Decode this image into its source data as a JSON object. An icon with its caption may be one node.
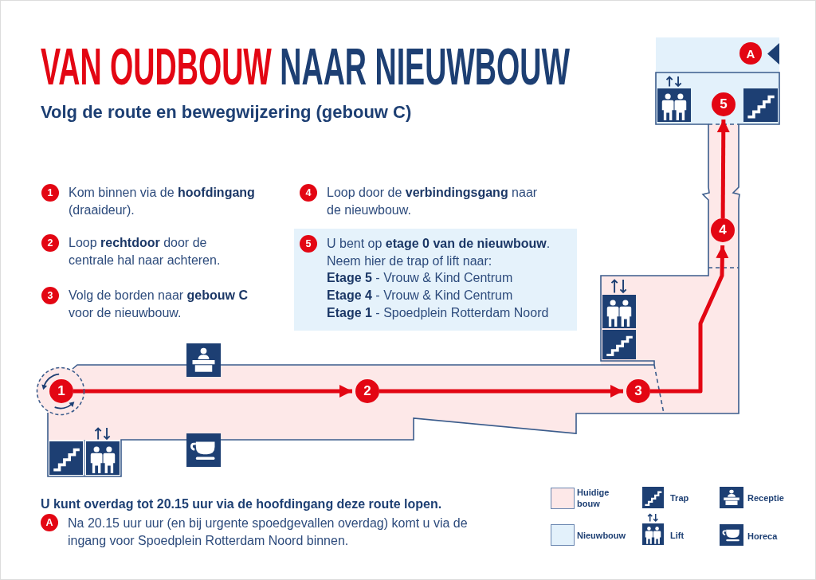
{
  "diagram": {
    "title": "**VAN OUDBOUW** NAAR NIEUWBOUW",
    "nodes": [
      {
        "text": [
          "1"
        ],
        "beside": [
          "Kom binnen via de **hoofdingang** (draaideur)."
        ]
      },
      {
        "text": [
          "2"
        ],
        "beside": [
          "Loop **rechtdoor** door de centrale hal naar achteren."
        ]
      },
      {
        "text": [
          "3"
        ],
        "beside": [
          "Volg de borden naar **gebouw C** voor de nieuwbouw."
        ]
      },
      {
        "text": [
          "4"
        ],
        "beside": [
          "Loop door de **verbindingsgang** naar de nieuwbouw."
        ]
      },
      {
        "text": [
          "U bent op **etage 0 van de nieuwbouw**.",
          "Neem hier de trap of lift naar:",
          "**Etage 5** - Vrouw & Kind Centrum",
          "**Etage 4** - Vrouw & Kind Centrum",
          "**Etage 1** - Spoedplein Rotterdam Noord"
        ]
      },
      {
        "text": [
          "5"
        ],
        "in": 4
      },
      {
        "text": [
          "1"
        ]
      },
      {
        "text": [
          "2"
        ]
      },
      {
        "text": [
          "3"
        ]
      },
      {
        "text": [
          "4"
        ]
      },
      {
        "text": [
          "5"
        ]
      },
      {
        "text": [
          "A"
        ]
      },
      {
        "text": [
          "A"
        ],
        "beside": [
          "Na 20.15 uur uur (en bij urgente spoedgevallen overdag) komt u via de ingang voor Spoedplein Rotterdam Noord binnen."
        ]
      }
    ],
    "edges": [
      {
        "from": 6,
        "to": 7,
        "arrow": "to"
      },
      {
        "from": 7,
        "to": 8,
        "arrow": "to"
      },
      {
        "from": 8,
        "to": 9,
        "arrow": "to"
      },
      {
        "from": 9,
        "to": 10,
        "arrow": "to"
      }
    ],
    "labels": [
      "Volg de route en bewegwijzering (gebouw C)",
      "U kunt overdag tot 20.15 uur via de hoofdingang deze route lopen."
    ],
    "legend": [
      {
        "text": "Huidige bouw",
        "color": "#fde8e8"
      },
      {
        "text": "Nieuwbouw",
        "color": "#e3f1fb"
      },
      {
        "text": "Trap"
      },
      {
        "text": "Lift"
      },
      {
        "text": "Receptie"
      },
      {
        "text": "Horeca"
      }
    ]
  }
}
